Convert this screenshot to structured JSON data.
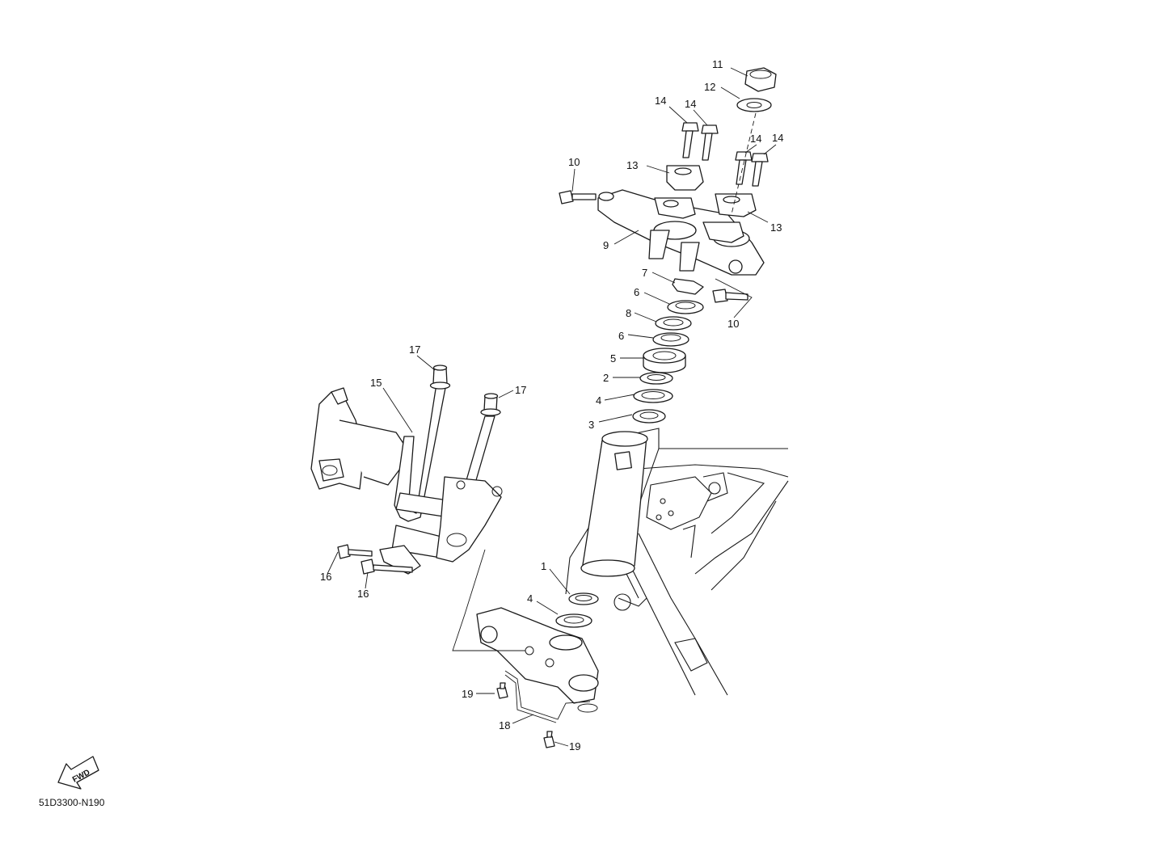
{
  "callouts": {
    "c1": "1",
    "c2": "2",
    "c3": "3",
    "c4a": "4",
    "c4b": "4",
    "c5": "5",
    "c6a": "6",
    "c6b": "6",
    "c7": "7",
    "c8": "8",
    "c9": "9",
    "c10a": "10",
    "c10b": "10",
    "c11": "11",
    "c12": "12",
    "c13a": "13",
    "c13b": "13",
    "c14a": "14",
    "c14b": "14",
    "c14c": "14",
    "c14d": "14",
    "c15": "15",
    "c16a": "16",
    "c16b": "16",
    "c17a": "17",
    "c17b": "17",
    "c18": "18",
    "c19a": "19",
    "c19b": "19"
  },
  "fwd_label": "FWD",
  "diagram_code": "51D3300-N190"
}
